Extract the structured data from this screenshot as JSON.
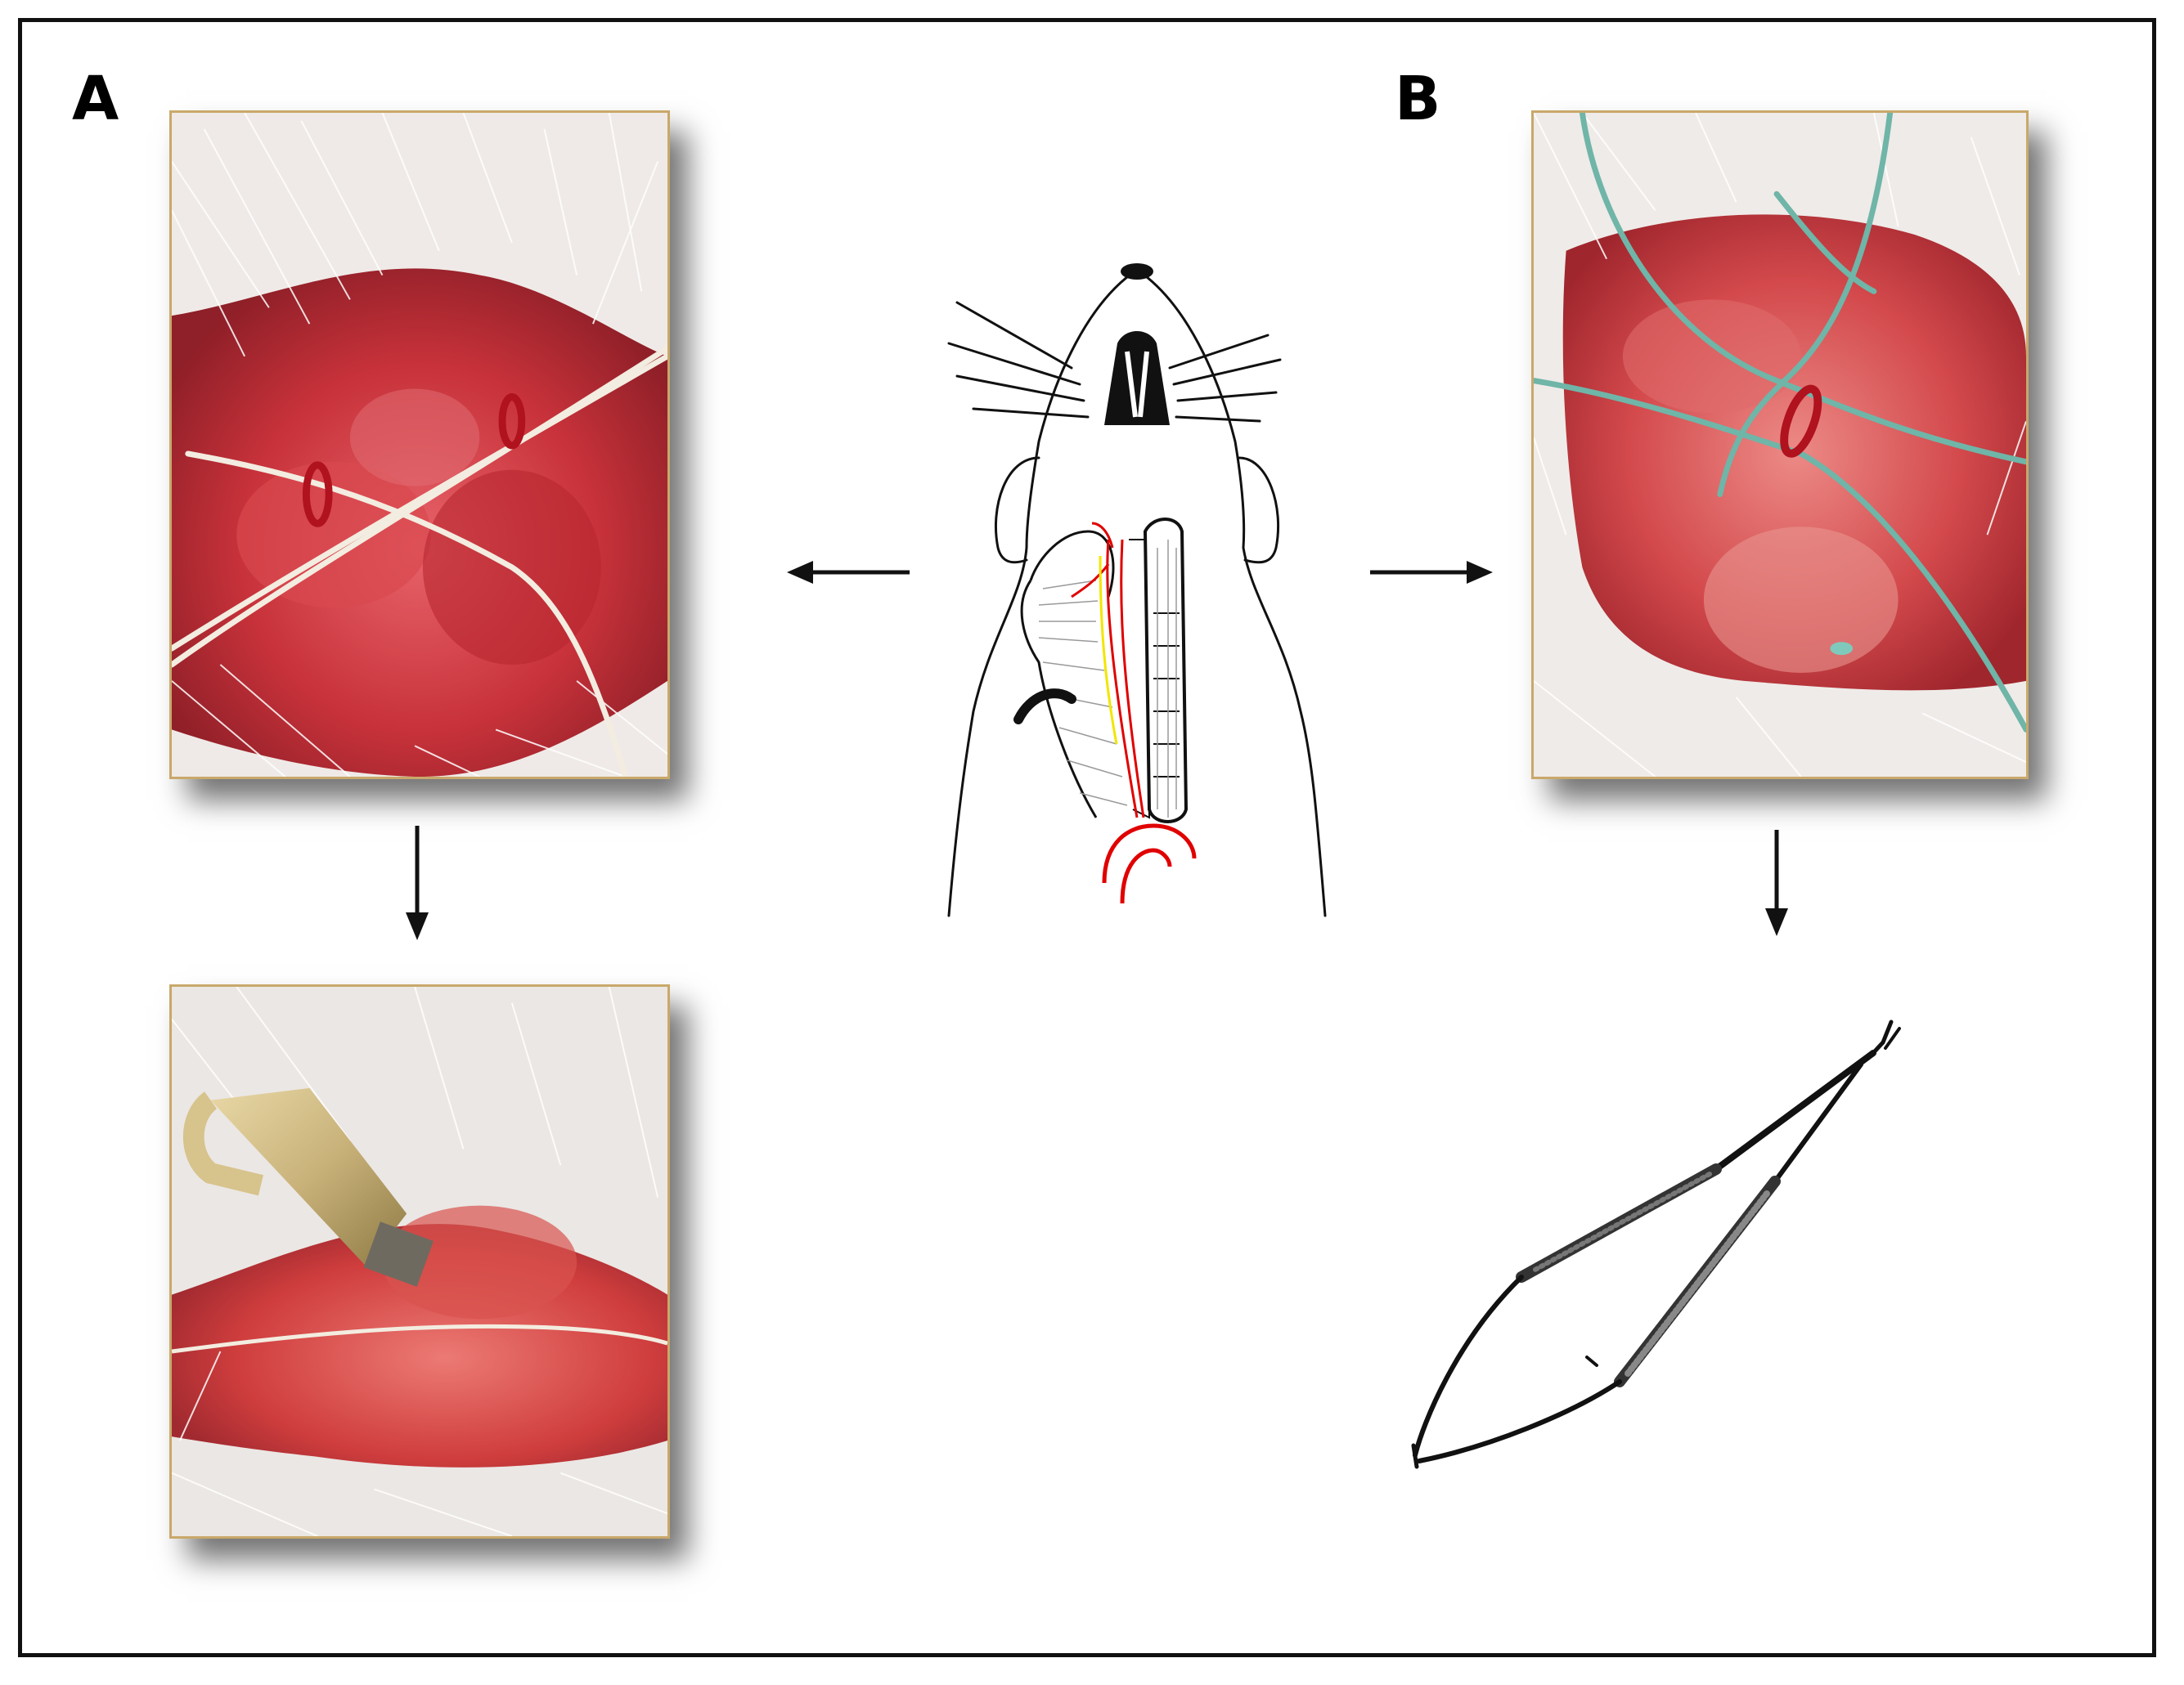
{
  "labels": {
    "panel_a": "A",
    "panel_b": "B"
  },
  "colors": {
    "frame": "#111111",
    "photo_border": "#c9a86a",
    "tissue_red": "#c8323a",
    "fur_white": "#f2efec",
    "suture_white": "#efe9dc",
    "suture_teal": "#6fb5a8",
    "clip_gold": "#c9b27a",
    "artery_red": "#e00000",
    "nerve_yellow": "#f2e600"
  },
  "images": {
    "photo_a_top": "surgical-site-white-sutures",
    "photo_a_bottom": "gold-clip-on-vessel",
    "photo_b_top": "surgical-site-teal-sutures",
    "instrument_b": "microsurgical-scissors",
    "center": "rat-neck-anatomy-sketch"
  }
}
